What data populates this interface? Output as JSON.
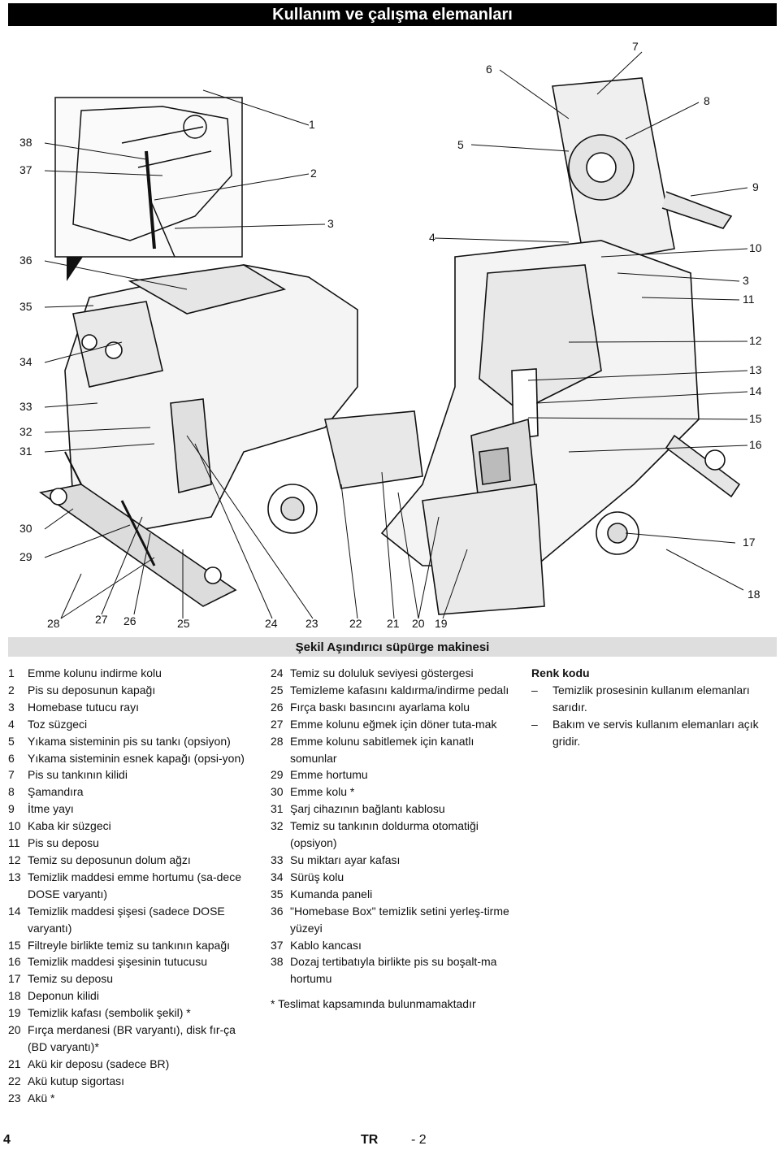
{
  "header": {
    "title": "Kullanım ve çalışma elemanları"
  },
  "figure": {
    "caption": "Şekil Aşındırıcı süpürge makinesi",
    "callouts": [
      "7",
      "6",
      "8",
      "1",
      "38",
      "5",
      "9",
      "37",
      "2",
      "3",
      "4",
      "10",
      "36",
      "3",
      "35",
      "11",
      "12",
      "34",
      "13",
      "14",
      "33",
      "15",
      "32",
      "16",
      "31",
      "30",
      "17",
      "29",
      "18",
      "28",
      "27",
      "26",
      "25",
      "24",
      "23",
      "22",
      "21",
      "20",
      "19"
    ]
  },
  "items_col1": [
    {
      "num": "1",
      "text": "Emme kolunu indirme kolu"
    },
    {
      "num": "2",
      "text": "Pis su deposunun kapağı"
    },
    {
      "num": "3",
      "text": "Homebase tutucu rayı"
    },
    {
      "num": "4",
      "text": "Toz süzgeci"
    },
    {
      "num": "5",
      "text": "Yıkama sisteminin pis su tankı (opsiyon)"
    },
    {
      "num": "6",
      "text": "Yıkama sisteminin esnek kapağı (opsi-yon)"
    },
    {
      "num": "7",
      "text": "Pis su tankının kilidi"
    },
    {
      "num": "8",
      "text": "Şamandıra"
    },
    {
      "num": "9",
      "text": "İtme yayı"
    },
    {
      "num": "10",
      "text": "Kaba kir süzgeci"
    },
    {
      "num": "11",
      "text": "Pis su deposu"
    },
    {
      "num": "12",
      "text": "Temiz su deposunun dolum ağzı"
    },
    {
      "num": "13",
      "text": "Temizlik maddesi emme hortumu (sa-dece DOSE varyantı)"
    },
    {
      "num": "14",
      "text": "Temizlik maddesi şişesi (sadece DOSE varyantı)"
    },
    {
      "num": "15",
      "text": "Filtreyle birlikte temiz su tankının kapağı"
    },
    {
      "num": "16",
      "text": "Temizlik maddesi şişesinin tutucusu"
    },
    {
      "num": "17",
      "text": "Temiz su deposu"
    },
    {
      "num": "18",
      "text": "Deponun kilidi"
    },
    {
      "num": "19",
      "text": "Temizlik kafası (sembolik şekil) *"
    },
    {
      "num": "20",
      "text": "Fırça merdanesi (BR varyantı), disk fır-ça (BD varyantı)*"
    },
    {
      "num": "21",
      "text": "Akü kir deposu (sadece BR)"
    },
    {
      "num": "22",
      "text": "Akü kutup sigortası"
    },
    {
      "num": "23",
      "text": "Akü *"
    }
  ],
  "items_col2": [
    {
      "num": "24",
      "text": "Temiz su doluluk seviyesi göstergesi"
    },
    {
      "num": "25",
      "text": "Temizleme kafasını kaldırma/indirme pedalı"
    },
    {
      "num": "26",
      "text": "Fırça baskı basıncını ayarlama kolu"
    },
    {
      "num": "27",
      "text": "Emme kolunu eğmek için döner tuta-mak"
    },
    {
      "num": "28",
      "text": "Emme kolunu sabitlemek için kanatlı somunlar"
    },
    {
      "num": "29",
      "text": "Emme hortumu"
    },
    {
      "num": "30",
      "text": "Emme kolu *"
    },
    {
      "num": "31",
      "text": "Şarj cihazının bağlantı kablosu"
    },
    {
      "num": "32",
      "text": "Temiz su tankının doldurma otomatiği (opsiyon)"
    },
    {
      "num": "33",
      "text": "Su miktarı ayar kafası"
    },
    {
      "num": "34",
      "text": "Sürüş kolu"
    },
    {
      "num": "35",
      "text": "Kumanda paneli"
    },
    {
      "num": "36",
      "text": "\"Homebase Box\" temizlik setini yerleş-tirme yüzeyi"
    },
    {
      "num": "37",
      "text": "Kablo kancası"
    },
    {
      "num": "38",
      "text": "Dozaj tertibatıyla birlikte pis su boşalt-ma hortumu"
    }
  ],
  "note": "* Teslimat kapsamında bulunmamaktadır",
  "legend": {
    "heading": "Renk kodu",
    "items": [
      {
        "dash": "–",
        "text": "Temizlik prosesinin kullanım elemanları sarıdır."
      },
      {
        "dash": "–",
        "text": "Bakım ve servis kullanım elemanları açık gridir."
      }
    ]
  },
  "footer": {
    "page": "4",
    "lang": "TR",
    "number": "- 2"
  }
}
